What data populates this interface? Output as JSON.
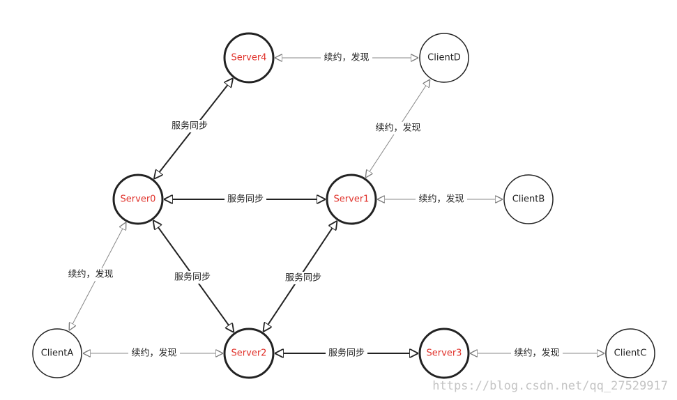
{
  "nodes": {
    "server0": {
      "label": "Server0",
      "kind": "server"
    },
    "server1": {
      "label": "Server1",
      "kind": "server"
    },
    "server2": {
      "label": "Server2",
      "kind": "server"
    },
    "server3": {
      "label": "Server3",
      "kind": "server"
    },
    "server4": {
      "label": "Server4",
      "kind": "server"
    },
    "clientA": {
      "label": "ClientA",
      "kind": "client"
    },
    "clientB": {
      "label": "ClientB",
      "kind": "client"
    },
    "clientC": {
      "label": "ClientC",
      "kind": "client"
    },
    "clientD": {
      "label": "ClientD",
      "kind": "client"
    }
  },
  "edges": [
    {
      "id": "e-s4-s0",
      "from": "server4",
      "to": "server0",
      "label": "服务同步",
      "style": "sync",
      "arrows": "both"
    },
    {
      "id": "e-s0-s1",
      "from": "server0",
      "to": "server1",
      "label": "服务同步",
      "style": "sync",
      "arrows": "both"
    },
    {
      "id": "e-s0-s2",
      "from": "server0",
      "to": "server2",
      "label": "服务同步",
      "style": "sync",
      "arrows": "both"
    },
    {
      "id": "e-s1-s2",
      "from": "server1",
      "to": "server2",
      "label": "服务同步",
      "style": "sync",
      "arrows": "both"
    },
    {
      "id": "e-s2-s3",
      "from": "server2",
      "to": "server3",
      "label": "服务同步",
      "style": "sync",
      "arrows": "both"
    },
    {
      "id": "e-s4-cd",
      "from": "server4",
      "to": "clientD",
      "label": "续约，发现",
      "style": "client",
      "arrows": "both"
    },
    {
      "id": "e-cd-s1",
      "from": "clientD",
      "to": "server1",
      "label": "续约，发现",
      "style": "client",
      "arrows": "both"
    },
    {
      "id": "e-s1-cb",
      "from": "server1",
      "to": "clientB",
      "label": "续约，发现",
      "style": "client",
      "arrows": "both"
    },
    {
      "id": "e-s0-ca",
      "from": "server0",
      "to": "clientA",
      "label": "续约，发现",
      "style": "client",
      "arrows": "both"
    },
    {
      "id": "e-ca-s2",
      "from": "clientA",
      "to": "server2",
      "label": "续约，发现",
      "style": "client",
      "arrows": "both"
    },
    {
      "id": "e-s3-cc",
      "from": "server3",
      "to": "clientC",
      "label": "续约，发现",
      "style": "client",
      "arrows": "both"
    }
  ],
  "colors": {
    "server_text": "#e0322b",
    "client_text": "#222222",
    "node_stroke": "#222222",
    "sync_edge": "#222222",
    "client_edge": "#888888",
    "watermark": "#c4c4c4"
  },
  "watermark": {
    "text": "https://blog.csdn.net/qq_27529917"
  }
}
